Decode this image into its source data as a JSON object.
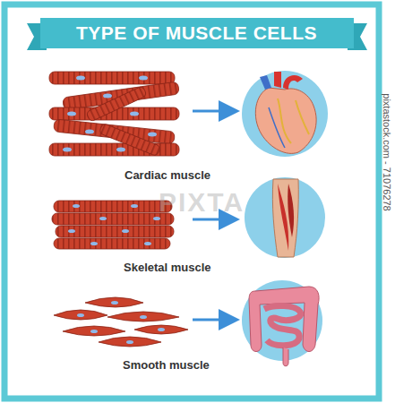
{
  "diagram": {
    "title": "TYPE OF MUSCLE CELLS",
    "labels": [
      "Cardiac muscle",
      "Skeletal muscle",
      "Smooth muscle",
      "PIXTA",
      "pixtastock.com - 71076278"
    ]
  }
}
